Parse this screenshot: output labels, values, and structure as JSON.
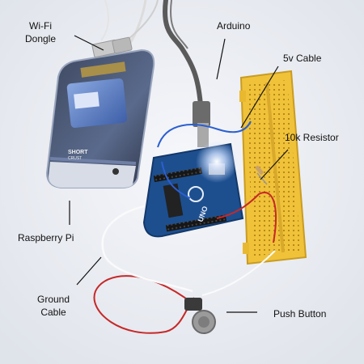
{
  "labels": {
    "wifi_dongle": "Wi-Fi\nDongle",
    "arduino": "Arduino",
    "cable_5v": "5v Cable",
    "resistor_10k": "10k Resistor",
    "raspberry_pi": "Raspberry Pi",
    "ground_cable": "Ground\nCable",
    "push_button": "Push Button"
  },
  "device_text": {
    "case_brand": "SHORT\nCRUST",
    "board_logo": "UNO"
  },
  "colors": {
    "background": "#eef0f4",
    "case": "#4a5878",
    "board": "#1d4f8f",
    "breadboard": "#f0c23a",
    "led": "#d8e6ff",
    "red_wire": "#c62828",
    "blue_wire": "#2b5fd0",
    "white_wire": "#f7f7f7"
  }
}
